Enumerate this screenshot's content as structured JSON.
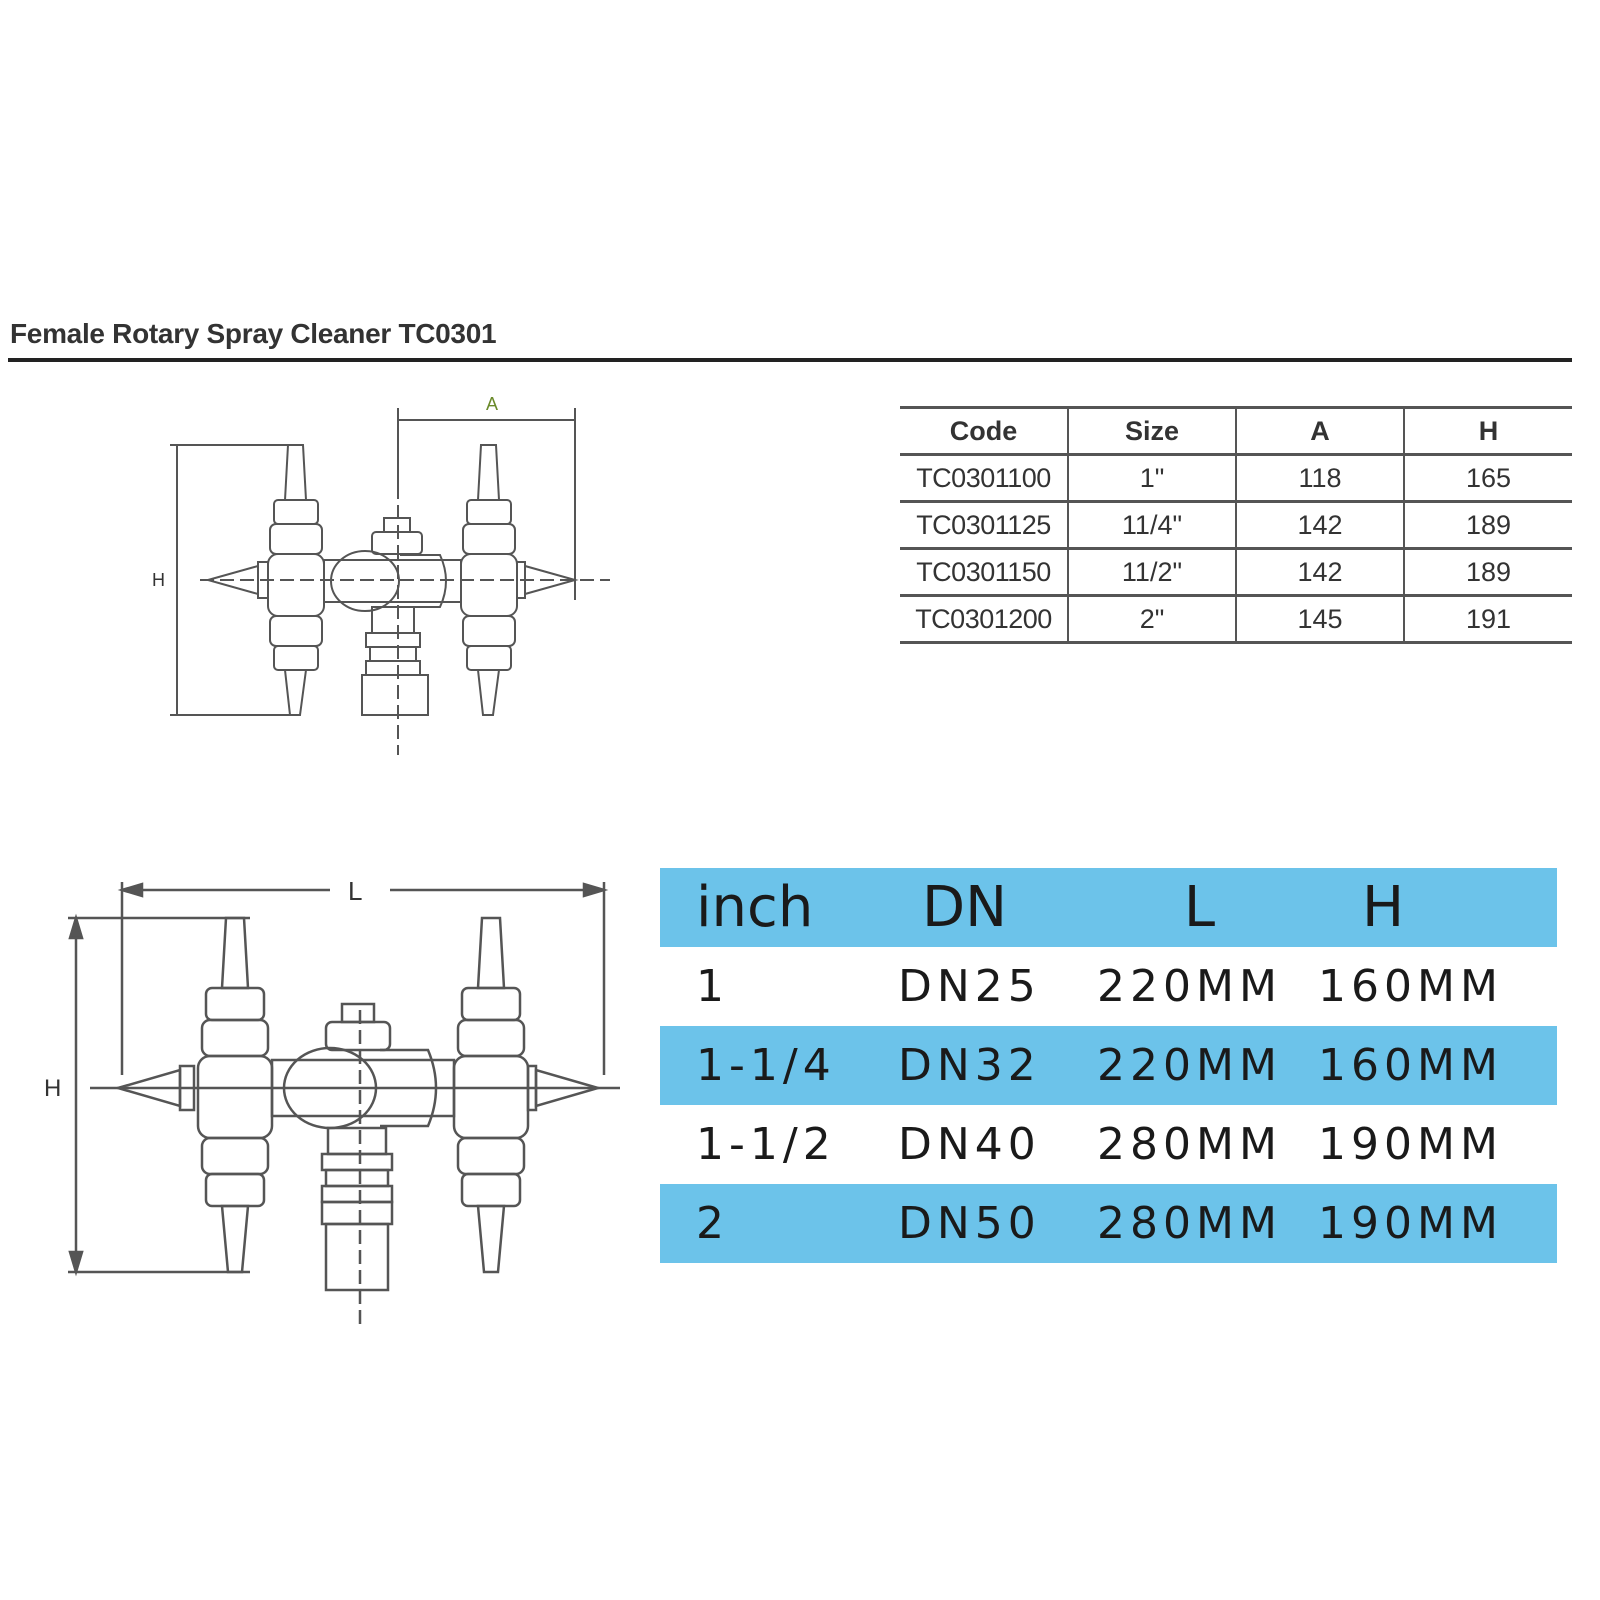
{
  "header": {
    "title": "Female Rotary Spray Cleaner TC0301"
  },
  "top_drawing": {
    "label_a": "A",
    "label_h": "H"
  },
  "spec_table": {
    "headers": [
      "Code",
      "Size",
      "A",
      "H"
    ],
    "rows": [
      [
        "TC0301100",
        "1\"",
        "118",
        "165"
      ],
      [
        "TC0301125",
        "11/4\"",
        "142",
        "189"
      ],
      [
        "TC0301150",
        "11/2\"",
        "142",
        "189"
      ],
      [
        "TC0301200",
        "2\"",
        "145",
        "191"
      ]
    ]
  },
  "bottom_drawing": {
    "label_l": "L",
    "label_h": "H"
  },
  "dimension_table": {
    "headers": [
      "inch",
      "DN",
      "L",
      "H"
    ],
    "rows": [
      [
        "1",
        "DN25",
        "220MM",
        "160MM"
      ],
      [
        "1-1/4",
        "DN32",
        "220MM",
        "160MM"
      ],
      [
        "1-1/2",
        "DN40",
        "280MM",
        "190MM"
      ],
      [
        "2",
        "DN50",
        "280MM",
        "190MM"
      ]
    ]
  },
  "colors": {
    "band_blue": "#6cc3ea",
    "rule": "#222222"
  }
}
